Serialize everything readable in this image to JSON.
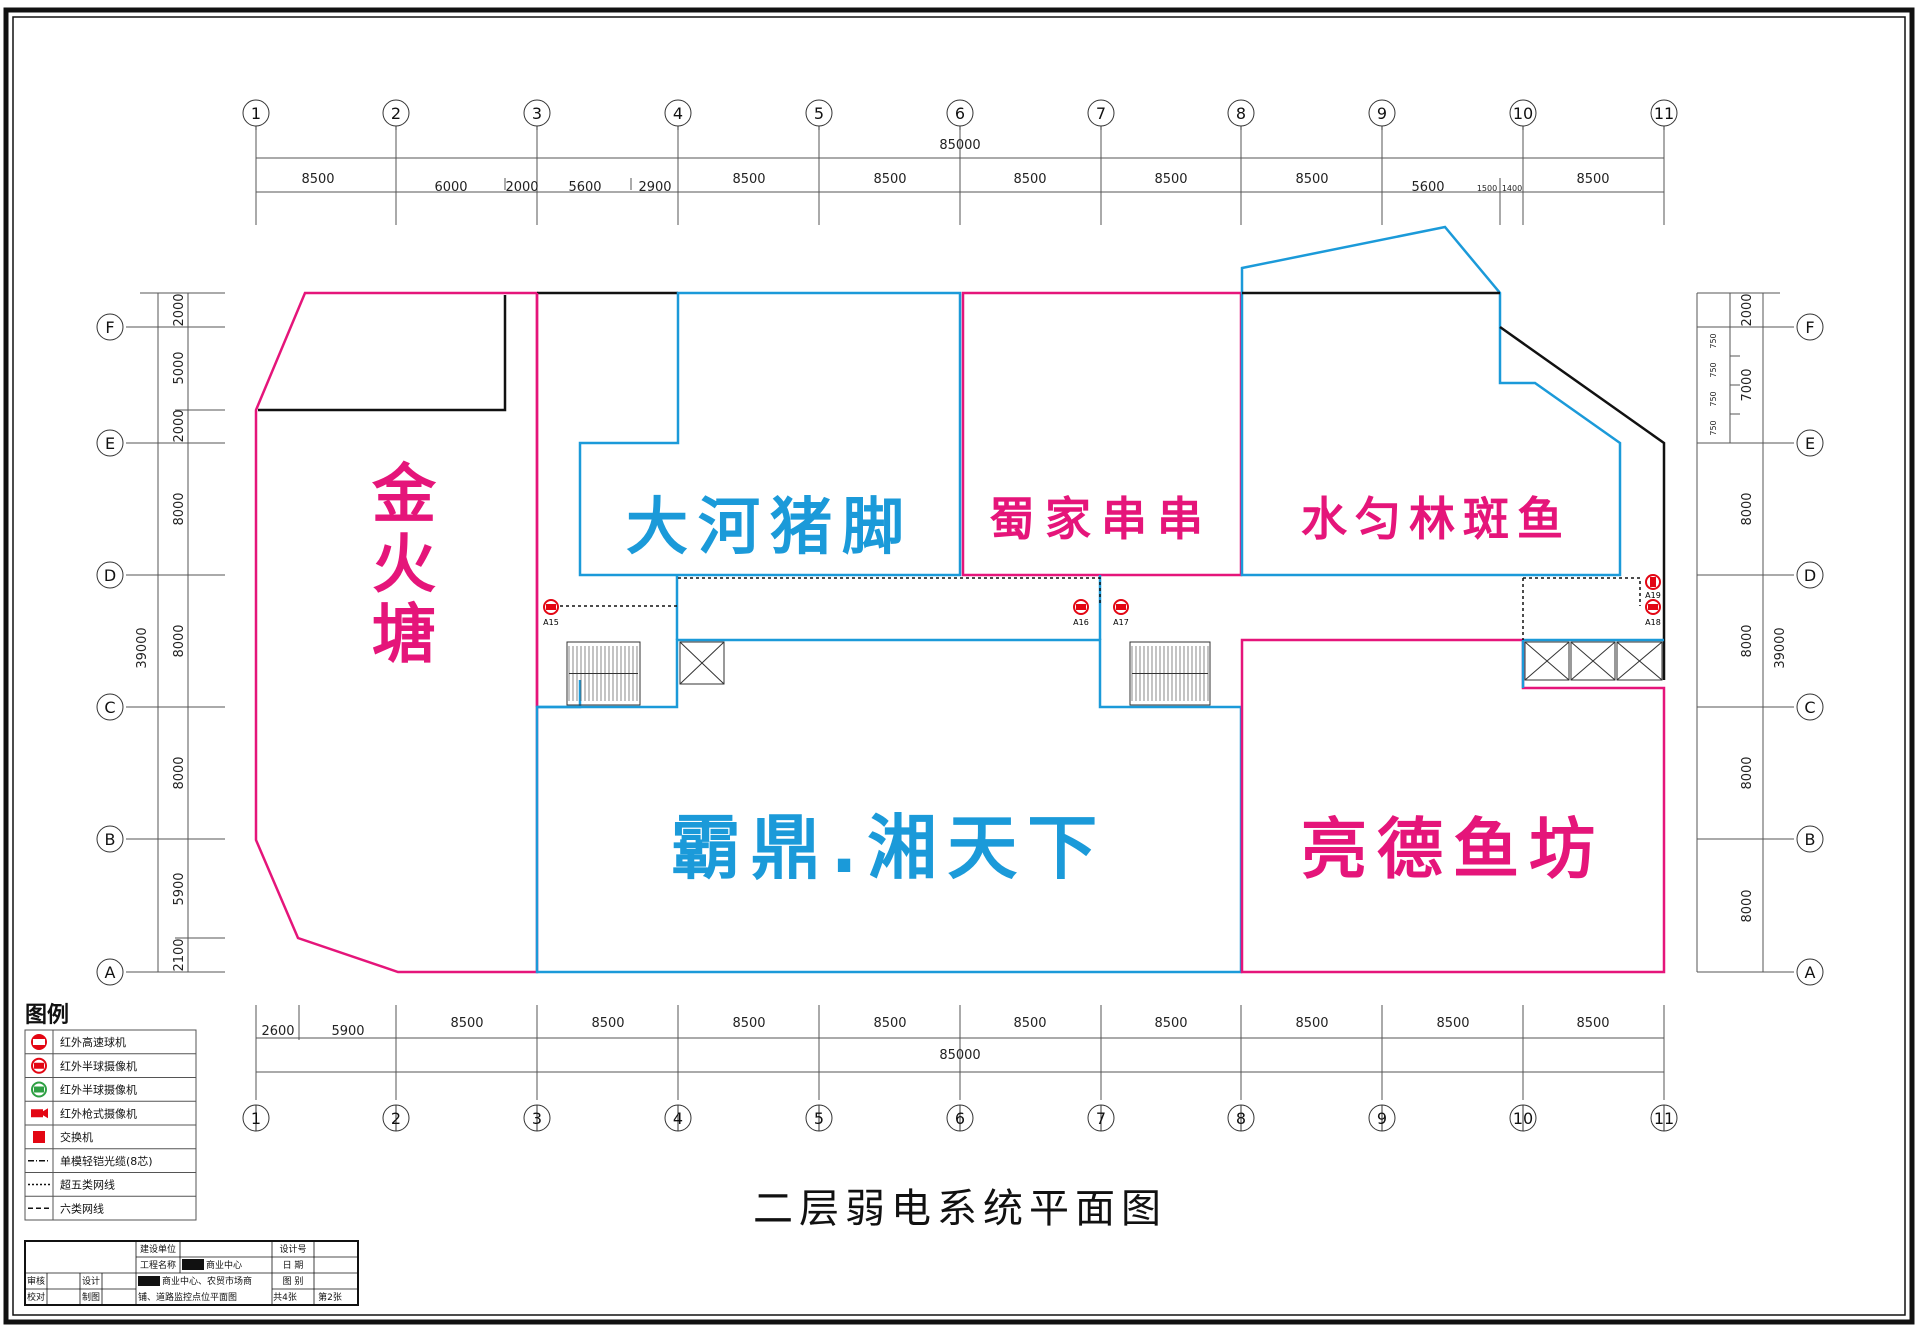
{
  "title": "二层弱电系统平面图",
  "colors": {
    "pink": "#E5157A",
    "blue": "#1B9AD9",
    "black": "#111111",
    "grid": "#555555",
    "red": "#E30613",
    "green": "#2EA043"
  },
  "axes": {
    "columns": [
      "1",
      "2",
      "3",
      "4",
      "5",
      "6",
      "7",
      "8",
      "9",
      "10",
      "11"
    ],
    "rows": [
      "F",
      "E",
      "D",
      "C",
      "B",
      "A"
    ]
  },
  "dims": {
    "top_total": "85000",
    "top": [
      "8500",
      "6000",
      "2000",
      "5600",
      "2900",
      "8500",
      "8500",
      "8500",
      "8500",
      "8500",
      "5600",
      "1500",
      "1400",
      "8500"
    ],
    "bottom": [
      "2600",
      "5900",
      "8500",
      "8500",
      "8500",
      "8500",
      "8500",
      "8500",
      "8500",
      "8500",
      "8500"
    ],
    "bottom_total": "85000",
    "left": [
      "2000",
      "5000",
      "2000",
      "8000",
      "8000",
      "8000",
      "5900",
      "2100"
    ],
    "left_total": "39000",
    "right": [
      "750",
      "750",
      "750",
      "750",
      "2000",
      "7000",
      "8000",
      "8000",
      "8000",
      "8000"
    ],
    "right_total": "39000"
  },
  "shops": {
    "jin": "金火塘",
    "dahe": "大河猪脚",
    "shujia": "蜀家串串",
    "shuiyun": "水匀林斑鱼",
    "bading": "霸鼎.湘天下",
    "liangde": "亮德鱼坊"
  },
  "cameras": [
    "A15",
    "A16",
    "A17",
    "A19",
    "A18"
  ],
  "legend": {
    "title": "图例",
    "items": [
      {
        "icon": "red-speed-dome-icon",
        "label": "红外高速球机"
      },
      {
        "icon": "red-dome-camera-icon",
        "label": "红外半球摄像机"
      },
      {
        "icon": "green-dome-camera-icon",
        "label": "红外半球摄像机"
      },
      {
        "icon": "bullet-camera-icon",
        "label": "红外枪式摄像机"
      },
      {
        "icon": "switch-icon",
        "label": "交换机"
      },
      {
        "icon": "dash-dot-line-icon",
        "label": "单模轻铠光缆(8芯)"
      },
      {
        "icon": "dotted-line-icon",
        "label": "超五类网线"
      },
      {
        "icon": "dashed-line-icon",
        "label": "六类网线"
      }
    ]
  },
  "title_block": {
    "jianshe": "建设单位",
    "gongcheng": "工程名称",
    "project": "商业中心",
    "shenhe": "审核",
    "sheji": "设计",
    "jiaodui": "校对",
    "zhitu": "制图",
    "drawing_line1": "商业中心、农贸市场商",
    "drawing_line2": "铺、道路监控点位平面图",
    "sheji_hao": "设计号",
    "riqi": "日 期",
    "tubie": "图 别",
    "total": "共4张",
    "page": "第2张"
  }
}
